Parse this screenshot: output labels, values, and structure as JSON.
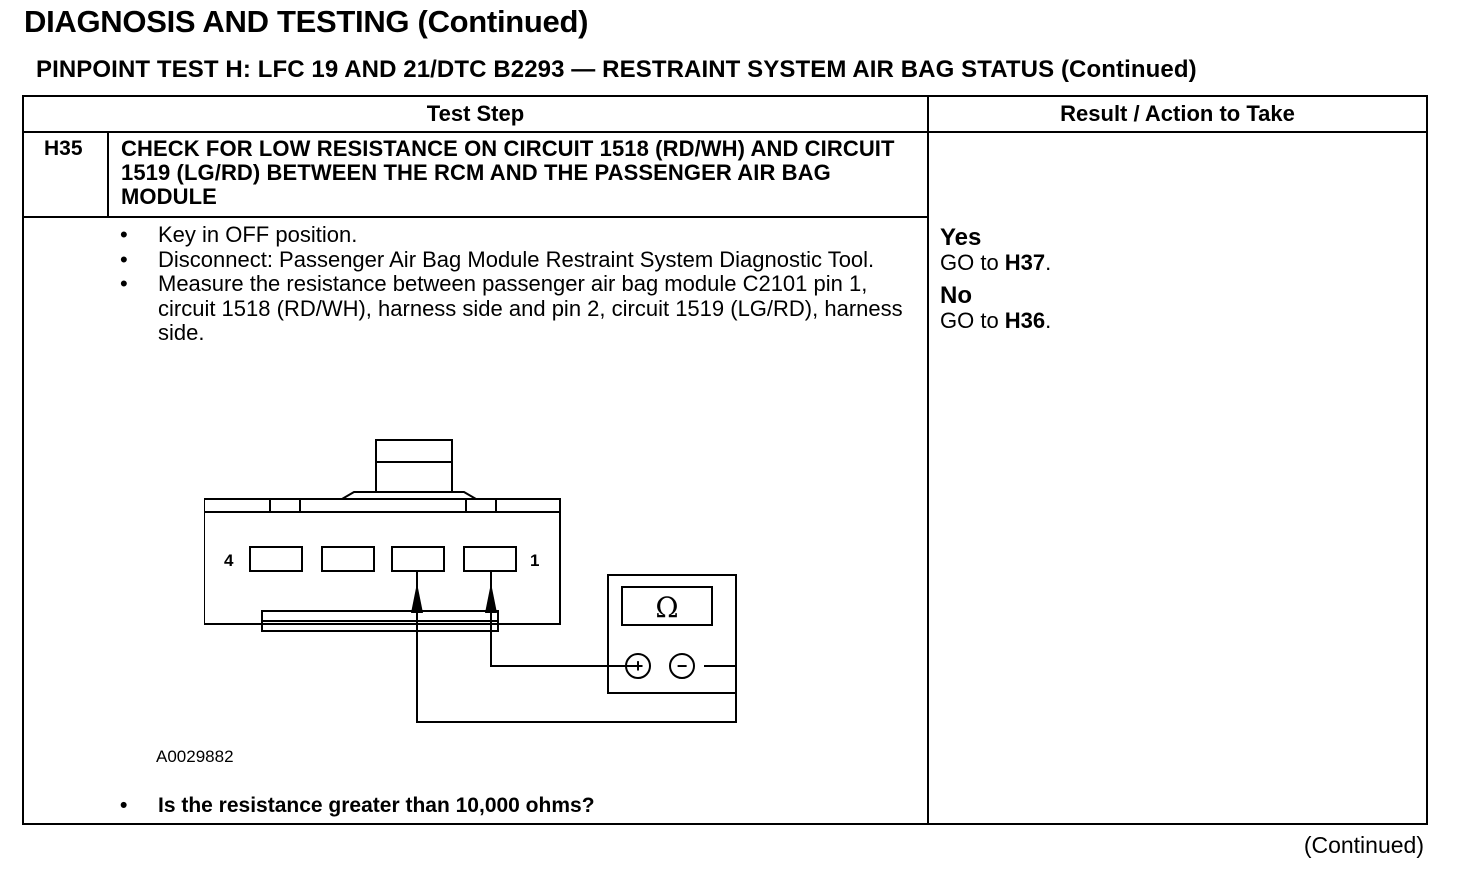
{
  "page": {
    "title": "DIAGNOSIS AND TESTING (Continued)",
    "subtitle": "PINPOINT TEST  H:  LFC 19 AND 21/DTC B2293 — RESTRAINT SYSTEM AIR BAG STATUS (Continued)",
    "footer": "(Continued)"
  },
  "table": {
    "headers": {
      "test_step": "Test Step",
      "result": "Result / Action to Take"
    },
    "step": {
      "id": "H35",
      "title": "CHECK FOR LOW RESISTANCE ON CIRCUIT 1518 (RD/WH) AND CIRCUIT 1519 (LG/RD) BETWEEN THE RCM AND THE PASSENGER AIR BAG MODULE",
      "instructions": [
        "Key in OFF position.",
        "Disconnect: Passenger Air Bag Module Restraint System Diagnostic Tool.",
        "Measure the resistance between passenger air bag module C2101 pin 1, circuit 1518 (RD/WH), harness side and pin 2, circuit 1519 (LG/RD), harness side."
      ],
      "figure": {
        "id": "A0029882",
        "pin_left": "4",
        "pin_right": "1",
        "meter_symbol": "Ω",
        "plus": "+",
        "minus": "−"
      },
      "question": "Is the resistance greater than 10,000 ohms?"
    },
    "results": [
      {
        "label": "Yes",
        "action_prefix": "GO to ",
        "action_target": "H37",
        "action_suffix": "."
      },
      {
        "label": "No",
        "action_prefix": "GO to ",
        "action_target": "H36",
        "action_suffix": "."
      }
    ]
  }
}
